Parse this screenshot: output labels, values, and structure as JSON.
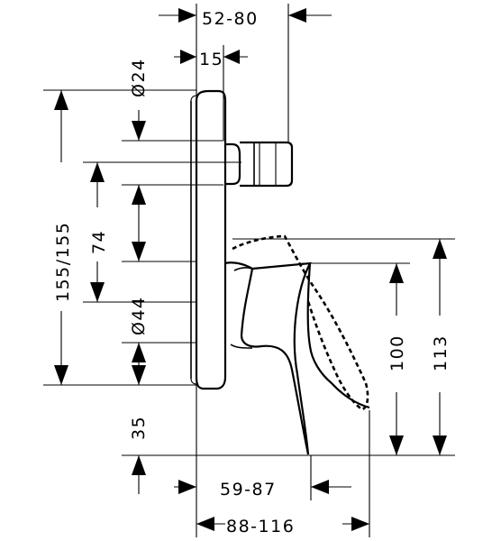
{
  "dimensions": {
    "top_width": "52-80",
    "knob_diameter": "Ø24",
    "knob_offset": "15",
    "plate_height": "155/155",
    "knob_spacing": "74",
    "spout_diameter": "Ø44",
    "plate_bottom_offset": "35",
    "lever_height_a": "100",
    "lever_height_b": "113",
    "lever_depth_a": "59-87",
    "lever_depth_b": "88-116"
  }
}
